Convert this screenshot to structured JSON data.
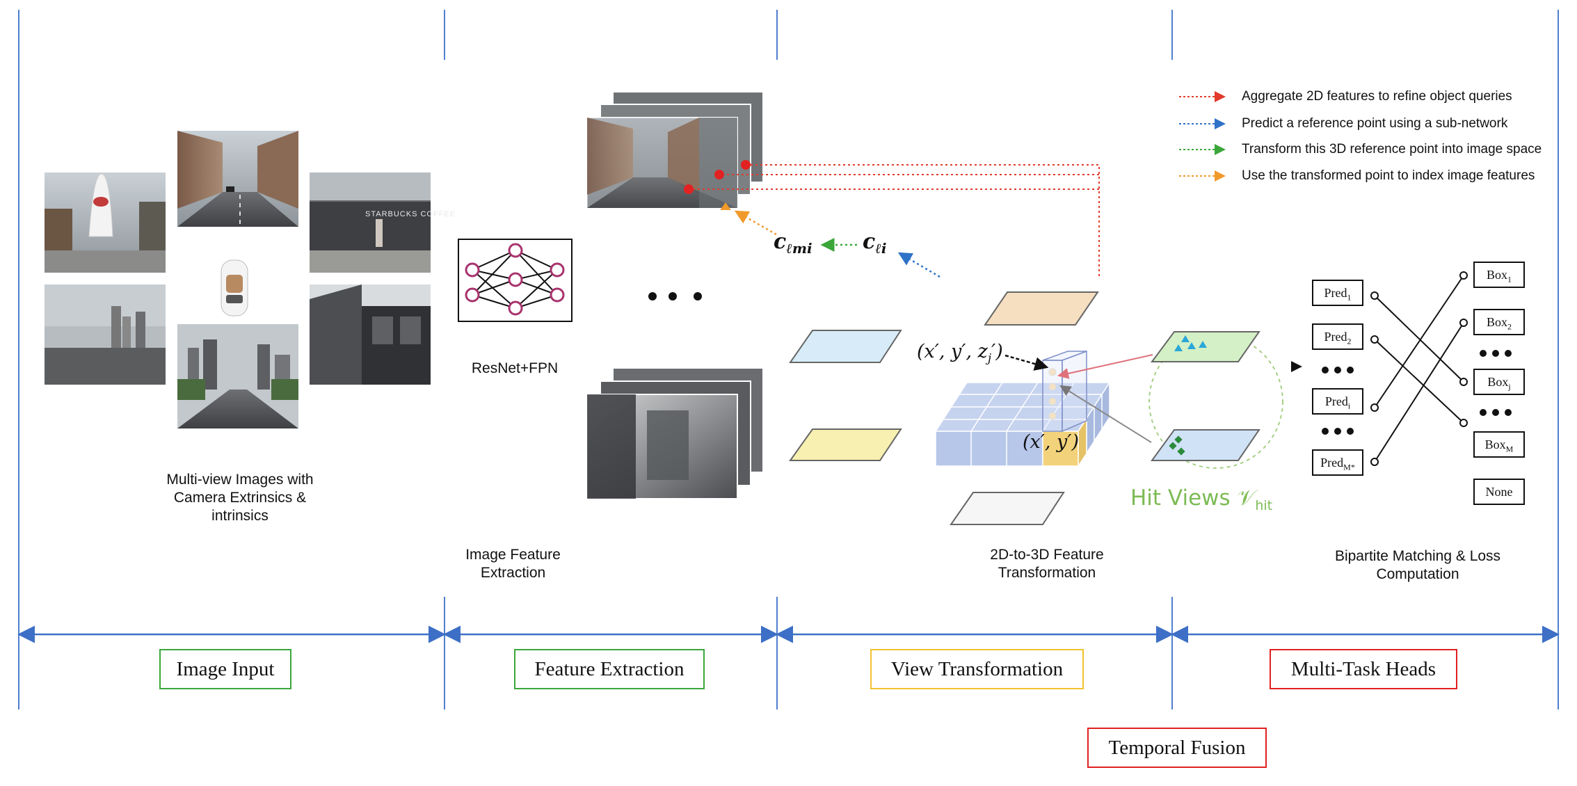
{
  "colors": {
    "divider": "#4f7fcf",
    "arrow_axis": "#3d6fc6",
    "aggregate": "#e23b2b",
    "predict": "#2f73c8",
    "transform": "#3aa63a",
    "index": "#f09a2b",
    "box_image_input": "#3aa63a",
    "box_feature_extraction": "#3aa63a",
    "box_view_transformation": "#f2c12e",
    "box_multitask": "#e02020",
    "box_temporal": "#e02020",
    "hit_views": "#7dbb55"
  },
  "legend": [
    {
      "text": "Aggregate 2D features to refine object queries",
      "color_key": "aggregate"
    },
    {
      "text": "Predict a reference point using a sub-network",
      "color_key": "predict"
    },
    {
      "text": "Transform this 3D reference point into image space",
      "color_key": "transform"
    },
    {
      "text": "Use the transformed point to index image features",
      "color_key": "index"
    }
  ],
  "captions": {
    "multi_view": "Multi-view Images with Camera Extrinsics & intrinsics",
    "resnet": "ResNet+FPN",
    "feature_extraction": "Image Feature Extraction",
    "view_transform": "2D-to-3D Feature Transformation",
    "bipartite": "Bipartite Matching & Loss Computation"
  },
  "stages": {
    "image_input": "Image Input",
    "feature_extraction": "Feature Extraction",
    "view_transformation": "View Transformation",
    "multi_task_heads": "Multi-Task Heads",
    "temporal_fusion": "Temporal Fusion"
  },
  "math": {
    "c_lmi": "c",
    "c_lmi_sub": "ℓmi",
    "c_li": "c",
    "c_li_sub": "ℓi",
    "point_3d": "(x′, y′, z",
    "point_3d_sub": "j",
    "point_3d_end": "′)",
    "point_2d": "(x′, y′)",
    "hit_views": "Hit Views 𝒱",
    "hit_views_sub": "hit"
  },
  "preds": [
    {
      "base": "Pred",
      "sub": "1"
    },
    {
      "base": "Pred",
      "sub": "2"
    },
    {
      "base": "Pred",
      "sub": "i"
    },
    {
      "base": "Pred",
      "sub": "M*"
    }
  ],
  "boxes": [
    {
      "base": "Box",
      "sub": "1"
    },
    {
      "base": "Box",
      "sub": "2"
    },
    {
      "base": "Box",
      "sub": "j"
    },
    {
      "base": "Box",
      "sub": "M"
    },
    {
      "base": "None",
      "sub": ""
    }
  ],
  "photo_text": {
    "starbucks_sign": "STARBUCKS COFFEE"
  }
}
